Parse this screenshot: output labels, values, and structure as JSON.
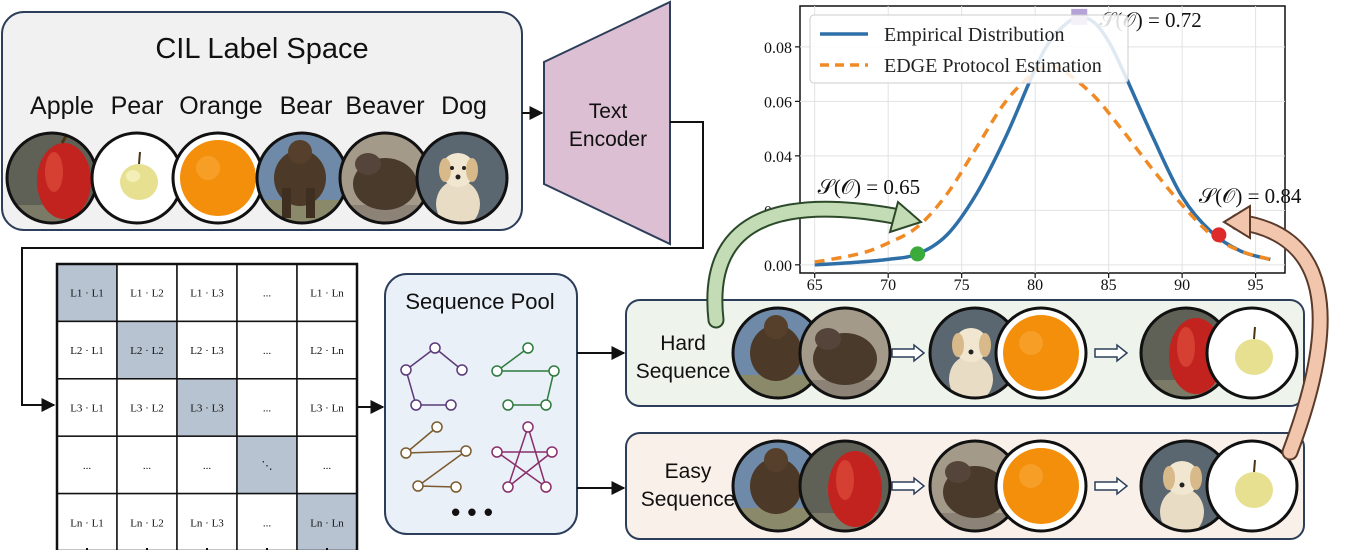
{
  "label_space": {
    "title": "CIL Label Space",
    "labels": [
      "Apple",
      "Pear",
      "Orange",
      "Bear",
      "Beaver",
      "Dog"
    ]
  },
  "encoder": {
    "line1": "Text",
    "line2": "Encoder"
  },
  "matrix": {
    "cells": [
      [
        "L1 · L1",
        "L1 · L2",
        "L1 · L3",
        "...",
        "L1 · Ln"
      ],
      [
        "L2 · L1",
        "L2 · L2",
        "L2 · L3",
        "...",
        "L2 · Ln"
      ],
      [
        "L3 · L1",
        "L3 · L2",
        "L3 · L3",
        "...",
        "L3 · Ln"
      ],
      [
        "...",
        "...",
        "...",
        "⋱",
        "..."
      ],
      [
        "Ln · L1",
        "Ln · L2",
        "Ln · L3",
        "...",
        "Ln · Ln"
      ]
    ]
  },
  "pool": {
    "title": "Sequence Pool",
    "ellipsis": "• • •"
  },
  "hard": {
    "line1": "Hard",
    "line2": "Sequence",
    "images": [
      "bear",
      "beaver",
      "dog",
      "orange",
      "apple",
      "pear"
    ]
  },
  "easy": {
    "line1": "Easy",
    "line2": "Sequence",
    "images": [
      "bear",
      "apple",
      "beaver",
      "orange",
      "dog",
      "pear"
    ]
  },
  "colors": {
    "empirical": "#2e6fa8",
    "edge": "#f08a24",
    "hard_bg": "#eef4ec",
    "easy_bg": "#faf0ea",
    "encoder": "#dcbfd3",
    "pool_bg": "#eaf0f8",
    "diag_cell": "#b8c3d2",
    "green_point": "#3aaa3a",
    "red_point": "#dd2a2a",
    "purple_point": "#b5a3d8",
    "green_arrow": "#c4dcb6",
    "salmon_arrow": "#f2c5ad"
  },
  "chart_data": {
    "type": "line",
    "xlim": [
      64,
      97
    ],
    "ylim": [
      -0.003,
      0.095
    ],
    "x_ticks": [
      65,
      70,
      75,
      80,
      85,
      90,
      95
    ],
    "y_ticks": [
      0.0,
      0.02,
      0.04,
      0.06,
      0.08
    ],
    "y_tick_labels": [
      "0.00",
      "0.02",
      "0.04",
      "0.06",
      "0.08"
    ],
    "grid": true,
    "legend_position": "top-left",
    "series": [
      {
        "name": "Empirical Distribution",
        "style": "solid",
        "x": [
          65,
          68,
          70,
          72,
          74,
          76,
          78,
          80,
          81,
          82,
          83,
          84,
          85,
          86,
          88,
          90,
          92,
          94,
          96
        ],
        "y": [
          0.0,
          0.001,
          0.002,
          0.004,
          0.011,
          0.026,
          0.047,
          0.072,
          0.082,
          0.088,
          0.091,
          0.089,
          0.082,
          0.071,
          0.047,
          0.025,
          0.012,
          0.005,
          0.002
        ]
      },
      {
        "name": "EDGE Protocol Estimation",
        "style": "dashed",
        "x": [
          65,
          68,
          70,
          72,
          74,
          76,
          78,
          80,
          81,
          82,
          84,
          86,
          88,
          90,
          92,
          94,
          96
        ],
        "y": [
          0.001,
          0.004,
          0.008,
          0.014,
          0.026,
          0.043,
          0.06,
          0.071,
          0.073,
          0.071,
          0.062,
          0.049,
          0.035,
          0.022,
          0.011,
          0.005,
          0.002
        ]
      }
    ],
    "markers": [
      {
        "x": 72,
        "y": 0.004,
        "label": "𝒮(𝒪) = 0.65",
        "shape": "circle",
        "color": "#3aaa3a"
      },
      {
        "x": 92.5,
        "y": 0.011,
        "label": "𝒮(𝒪) = 0.84",
        "shape": "circle",
        "color": "#dd2a2a"
      },
      {
        "x": 83,
        "y": 0.091,
        "label": "𝒮(𝒪) = 0.72",
        "shape": "square",
        "color": "#b5a3d8"
      }
    ]
  }
}
